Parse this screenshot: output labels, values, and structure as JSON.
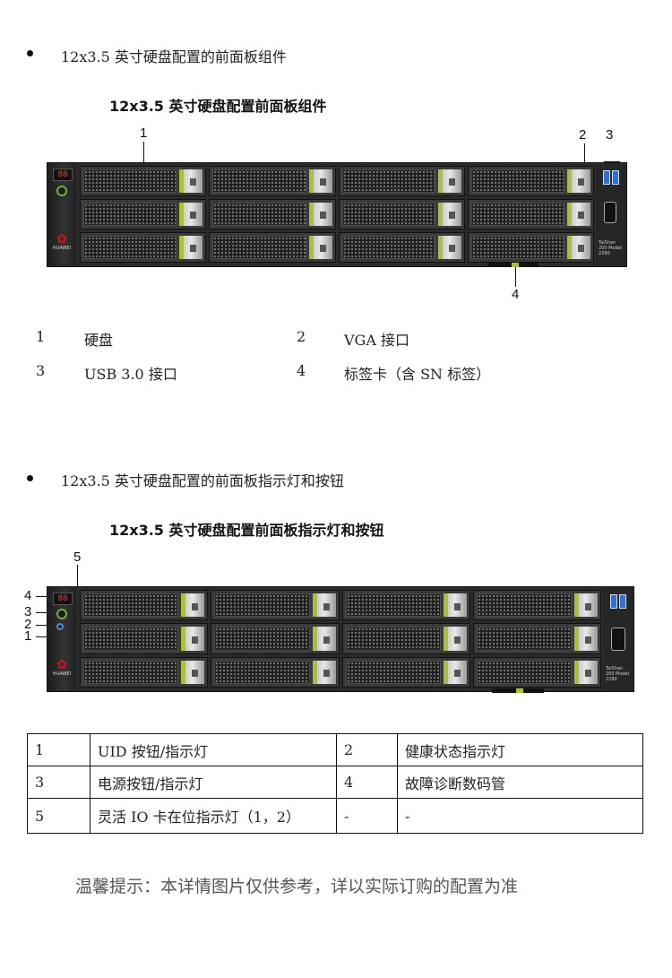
{
  "section1": {
    "title": "12x3.5 英寸硬盘配置的前面板组件",
    "figure_caption": "12x3.5 英寸硬盘配置前面板组件",
    "callouts": [
      "1",
      "2",
      "3",
      "4"
    ],
    "legend": [
      {
        "num": "1",
        "label": "硬盘"
      },
      {
        "num": "2",
        "label": "VGA 接口"
      },
      {
        "num": "3",
        "label": "USB 3.0 接口"
      },
      {
        "num": "4",
        "label": "标签卡（含 SN 标签）"
      }
    ]
  },
  "section2": {
    "title": "12x3.5 英寸硬盘配置的前面板指示灯和按钮",
    "figure_caption": "12x3.5 英寸硬盘配置前面板指示灯和按钮",
    "callouts": [
      "5",
      "4",
      "3",
      "2",
      "1"
    ],
    "table": [
      [
        {
          "num": "1",
          "label": "UID 按钮/指示灯"
        },
        {
          "num": "2",
          "label": "健康状态指示灯"
        }
      ],
      [
        {
          "num": "3",
          "label": "电源按钮/指示灯"
        },
        {
          "num": "4",
          "label": "故障诊断数码管"
        }
      ],
      [
        {
          "num": "5",
          "label": "灵活 IO 卡在位指示灯（1，2）"
        },
        {
          "num": "-",
          "label": "-"
        }
      ]
    ]
  },
  "server": {
    "led_digits": "88",
    "brand": "HUAWEI",
    "brand_mark": "✿",
    "model_badge": "TaiShan 200 Model 2280"
  },
  "tip": "温馨提示：本详情图片仅供参考，详以实际订购的配置为准",
  "colors": {
    "latch_green": "#a7c13a",
    "usb_blue": "#2f6fd0",
    "logo_red": "#d0101b",
    "led_red": "#e84c3d"
  }
}
